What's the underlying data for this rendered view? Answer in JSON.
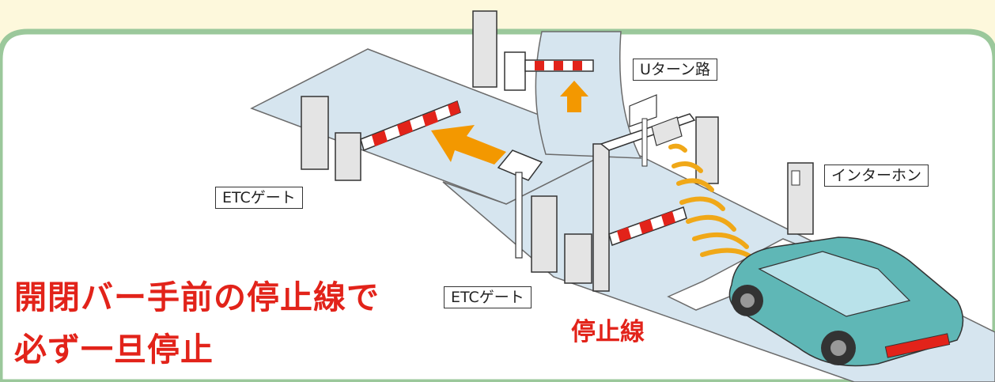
{
  "labels": {
    "uturn": "Uターン路",
    "etc_gate_top": "ETCゲート",
    "etc_gate_bottom": "ETCゲート",
    "intercom": "インターホン",
    "stop_line": "停止線"
  },
  "message": {
    "line1": "開閉バー手前の停止線で",
    "line2": "必ず一旦停止"
  },
  "colors": {
    "top_band": "#fdf8dc",
    "panel_border": "#9bc89b",
    "road": "#d6e5ef",
    "arrow": "#f39800",
    "accent_red": "#e2231a",
    "car": "#5fb7b6",
    "signal_waves": "#f0a818"
  }
}
